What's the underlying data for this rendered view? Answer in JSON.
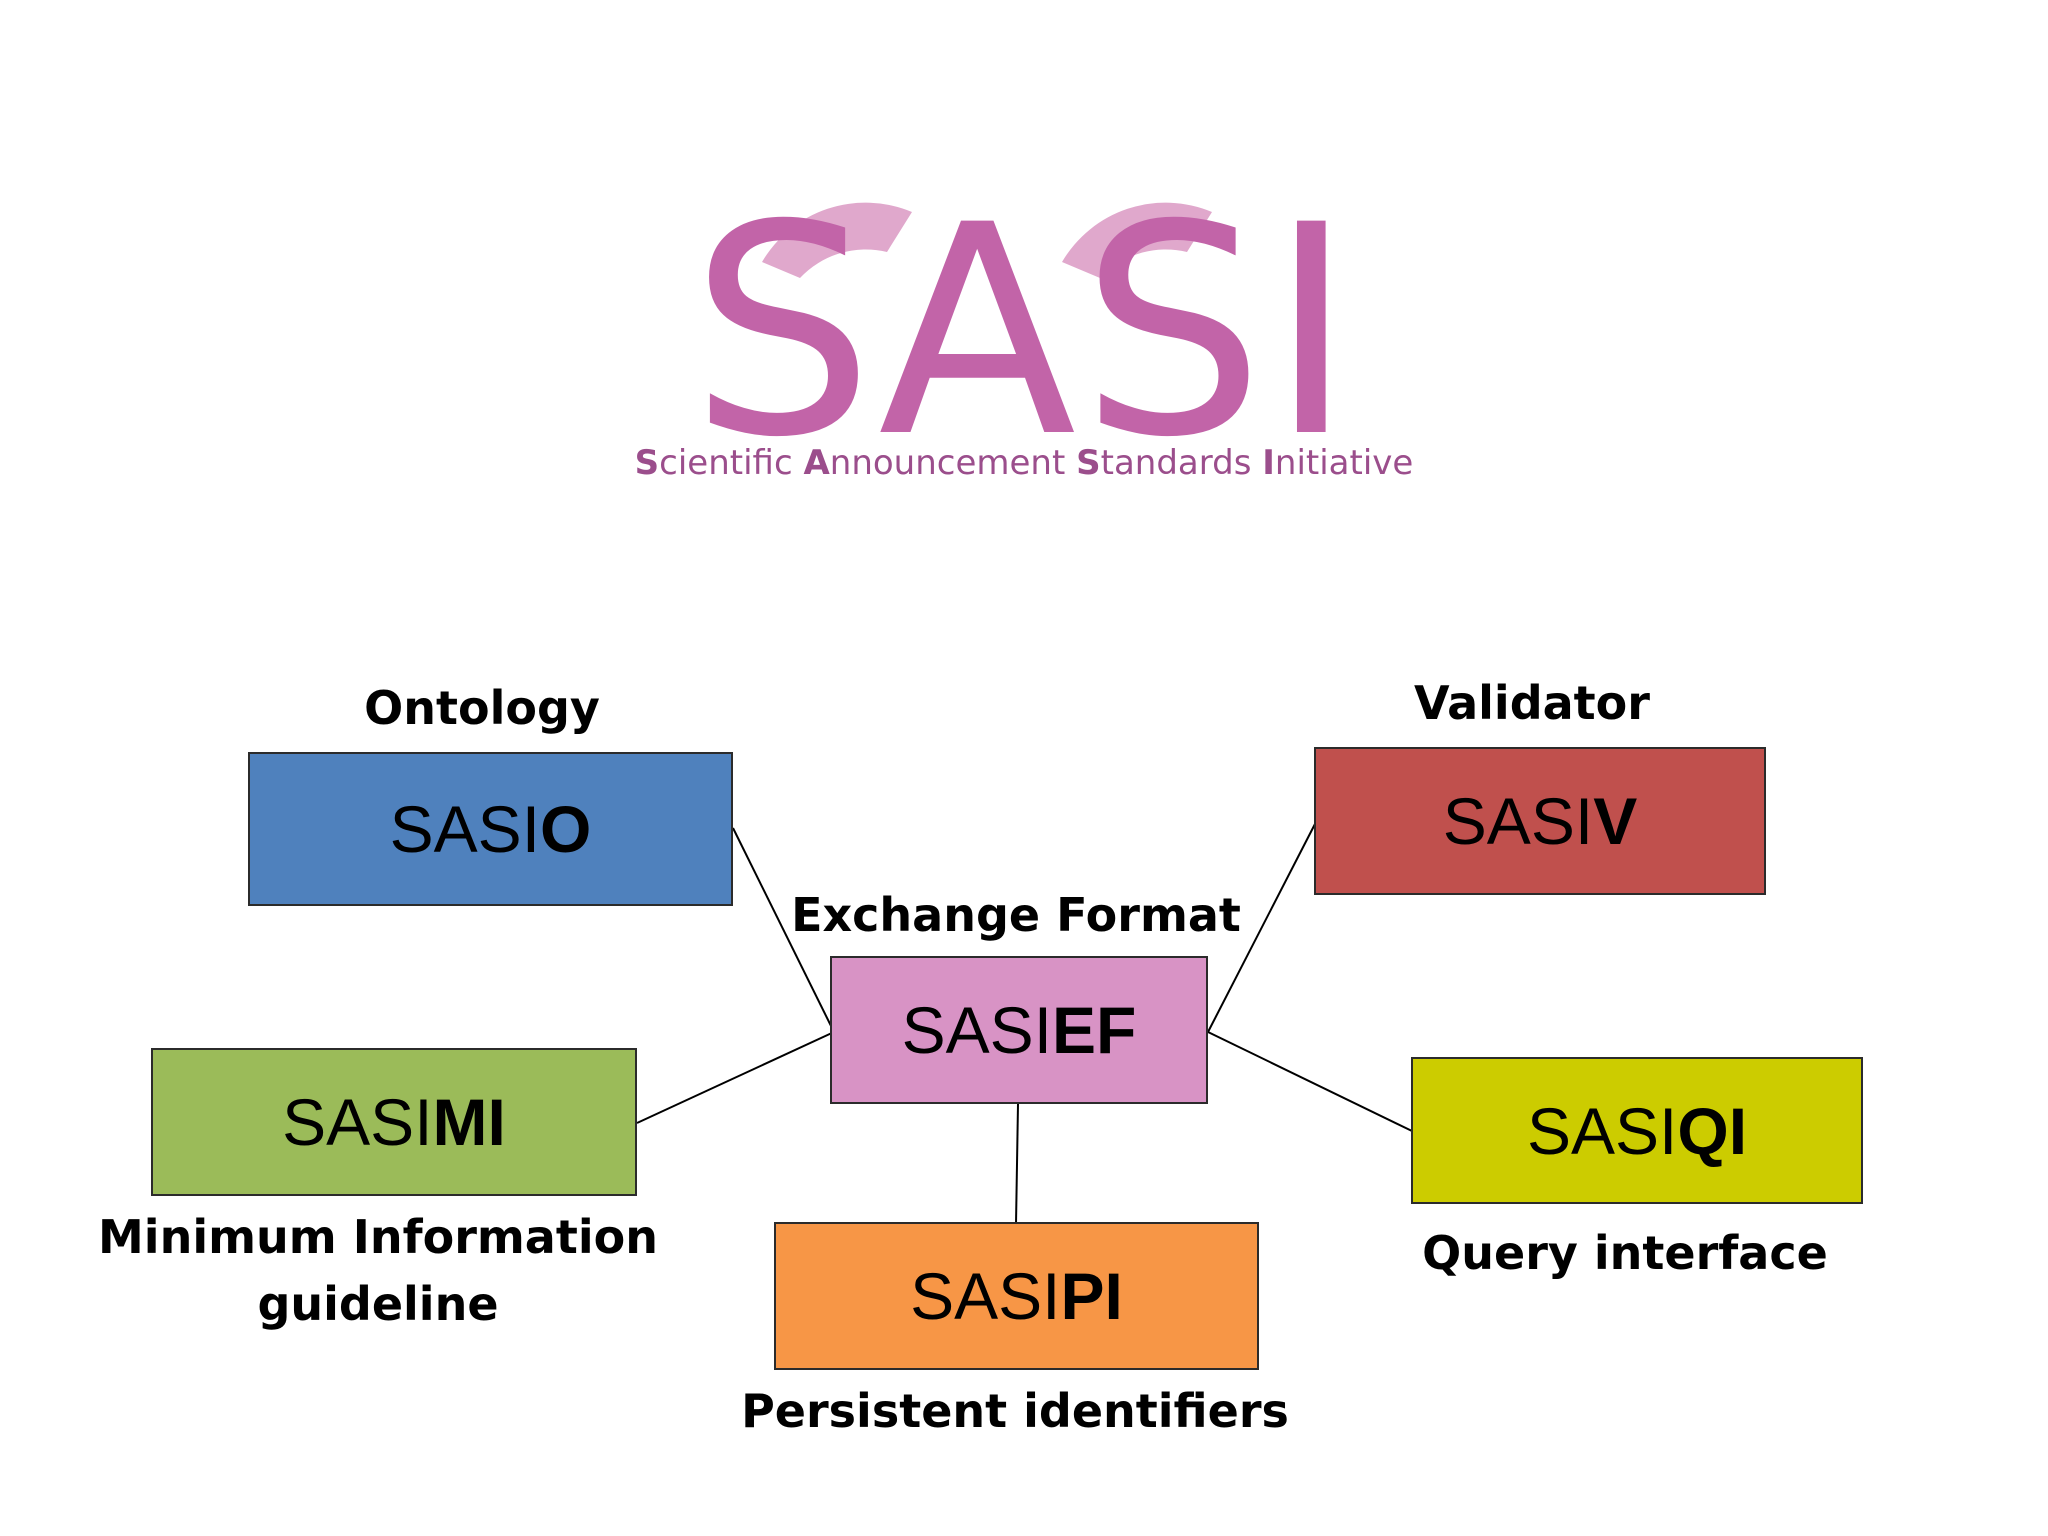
{
  "logo": {
    "letters": [
      "S",
      "A",
      "S",
      "I"
    ],
    "letter_color": "#c264a8",
    "arc_color": "#e0a8cc",
    "tagline": [
      {
        "cap": "S",
        "rest": "cientific "
      },
      {
        "cap": "A",
        "rest": "nnouncement "
      },
      {
        "cap": "S",
        "rest": "tandards "
      },
      {
        "cap": "I",
        "rest": "nitiative"
      }
    ],
    "tagline_color": "#9b4e8c"
  },
  "nodes": {
    "ontology": {
      "prefix": "SASI",
      "suffix": "O",
      "label": "Ontology",
      "color": "#4f81bd"
    },
    "validator": {
      "prefix": "SASI",
      "suffix": "V",
      "label": "Validator",
      "color": "#c0504d"
    },
    "exchange": {
      "prefix": "SASI",
      "suffix": "EF",
      "label": "Exchange Format",
      "color": "#d893c5"
    },
    "minimum": {
      "prefix": "SASI",
      "suffix": "MI",
      "label_line1": "Minimum Information",
      "label_line2": "guideline",
      "color": "#9bbb59"
    },
    "query": {
      "prefix": "SASI",
      "suffix": "QI",
      "label": "Query interface",
      "color": "#cccc00"
    },
    "persistent": {
      "prefix": "SASI",
      "suffix": "PI",
      "label": "Persistent identifiers",
      "color": "#f79646"
    }
  },
  "edges": [
    {
      "from": "exchange",
      "to": "ontology"
    },
    {
      "from": "exchange",
      "to": "validator"
    },
    {
      "from": "exchange",
      "to": "minimum"
    },
    {
      "from": "exchange",
      "to": "query"
    },
    {
      "from": "exchange",
      "to": "persistent"
    }
  ]
}
